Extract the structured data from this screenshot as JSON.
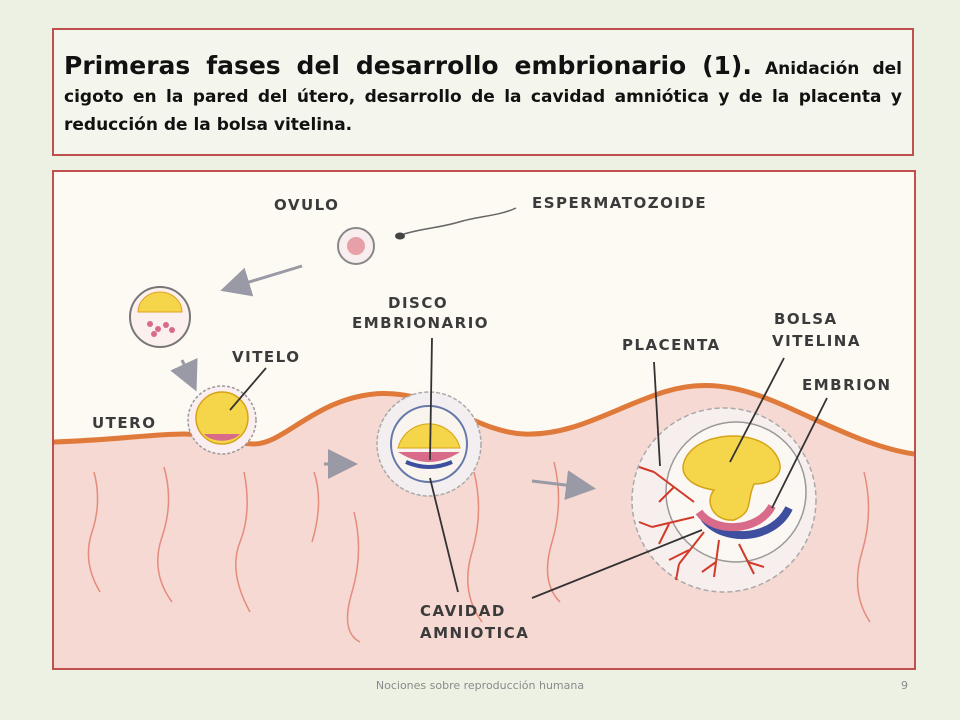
{
  "slide": {
    "title_main": "Primeras fases del desarrollo embrionario (1).",
    "title_rest": " Anidación del cigoto en la pared del útero, desarrollo de la cavidad amniótica y de la placenta y reducción de la bolsa vitelina."
  },
  "diagram": {
    "labels": {
      "ovulo": "OVULO",
      "espermatozoide": "ESPERMATOZOIDE",
      "disco_line1": "DISCO",
      "disco_line2": "EMBRIONARIO",
      "placenta": "PLACENTA",
      "bolsa_line1": "BOLSA",
      "bolsa_line2": "VITELINA",
      "vitelo": "VITELO",
      "embrion": "EMBRION",
      "utero": "UTERO",
      "cavidad_line1": "CAVIDAD",
      "cavidad_line2": "AMNIOTICA"
    },
    "colors": {
      "uterine_wall": "#e07a3a",
      "tissue": "#f6d9d2",
      "yolk": "#f5d64a",
      "embryo_pink": "#d86b8a",
      "amnion_blue": "#3d4f9e",
      "vessels": "#d23a2a"
    }
  },
  "footer": {
    "text": "Nociones sobre reproducción humana",
    "page": "9"
  }
}
